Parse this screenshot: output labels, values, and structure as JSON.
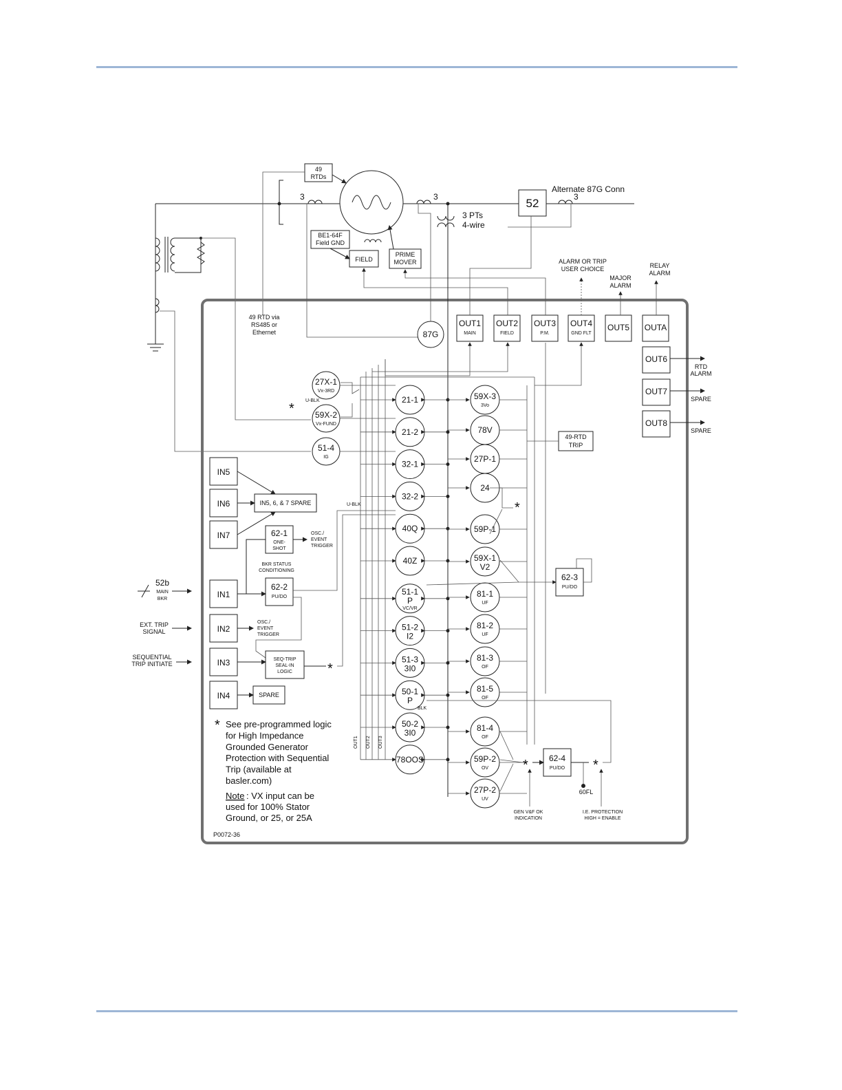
{
  "rtds_box": [
    "49",
    "RTDs"
  ],
  "ct_count": "3",
  "alt_87g": "Alternate 87G Conn",
  "breaker": "52",
  "pts": [
    "3 PTs",
    "4-wire"
  ],
  "field_gnd": [
    "BE1-64F",
    "Field GND"
  ],
  "field": "FIELD",
  "prime_mover": [
    "PRIME",
    "MOVER"
  ],
  "alarm_or_trip": [
    "ALARM OR TRIP",
    "USER CHOICE"
  ],
  "major_alarm": [
    "MAJOR",
    "ALARM"
  ],
  "relay_alarm": [
    "RELAY",
    "ALARM"
  ],
  "rtd_via": [
    "49 RTD via",
    "RS485 or",
    "Ethernet"
  ],
  "f87g": "87G",
  "outputs": [
    {
      "label": "OUT1",
      "sub": "MAIN"
    },
    {
      "label": "OUT2",
      "sub": "FIELD"
    },
    {
      "label": "OUT3",
      "sub": "P.M."
    },
    {
      "label": "OUT4",
      "sub": "GND FLT"
    },
    {
      "label": "OUT5",
      "sub": ""
    },
    {
      "label": "OUTA",
      "sub": ""
    }
  ],
  "side_outputs": [
    {
      "label": "OUT6",
      "dest": [
        "RTD",
        "ALARM"
      ]
    },
    {
      "label": "OUT7",
      "dest": [
        "SPARE"
      ]
    },
    {
      "label": "OUT8",
      "dest": [
        "SPARE"
      ]
    }
  ],
  "left_funcs": [
    {
      "label": "27X-1",
      "sub": "Vx-3RD"
    },
    {
      "label": "59X-2",
      "sub": "Vx-FUND"
    },
    {
      "label": "51-4",
      "sub": "IG"
    }
  ],
  "u_blk": "U-BLK",
  "center_funcs": [
    {
      "label": "21-1",
      "sub": ""
    },
    {
      "label": "21-2",
      "sub": ""
    },
    {
      "label": "32-1",
      "sub": ""
    },
    {
      "label": "32-2",
      "sub": ""
    },
    {
      "label": "40Q",
      "sub": ""
    },
    {
      "label": "40Z",
      "sub": ""
    },
    {
      "label": "51-1",
      "sub2": "P",
      "sub": "VC/VR"
    },
    {
      "label": "51-2",
      "sub2": "I2",
      "sub": ""
    },
    {
      "label": "51-3",
      "sub2": "3I0",
      "sub": ""
    },
    {
      "label": "50-1",
      "sub2": "P",
      "sub": ""
    },
    {
      "label": "50-2",
      "sub2": "3I0",
      "sub": ""
    },
    {
      "label": "78OOS",
      "sub": ""
    }
  ],
  "right_funcs": [
    {
      "label": "59X-3",
      "sub": "3Vo"
    },
    {
      "label": "78V",
      "sub": ""
    },
    {
      "label": "27P-1",
      "sub": ""
    },
    {
      "label": "24",
      "sub": ""
    },
    {
      "label": "59P-1",
      "sub": ""
    },
    {
      "label": "59X-1",
      "sub2": "V2",
      "sub": ""
    },
    {
      "label": "81-1",
      "sub": "UF"
    },
    {
      "label": "81-2",
      "sub": "UF"
    },
    {
      "label": "81-3",
      "sub": "OF"
    },
    {
      "label": "81-5",
      "sub": "OF"
    },
    {
      "label": "81-4",
      "sub": "OF"
    },
    {
      "label": "59P-2",
      "sub": "OV"
    },
    {
      "label": "27P-2",
      "sub": "UV"
    }
  ],
  "rtd_trip": [
    "49-RTD",
    "TRIP"
  ],
  "inputs": [
    "IN5",
    "IN6",
    "IN7",
    "IN1",
    "IN2",
    "IN3",
    "IN4"
  ],
  "in567_spare": "IN5, 6, & 7 SPARE",
  "f62_1": [
    "62-1",
    "ONE-",
    "SHOT"
  ],
  "osc_event": [
    "OSC./",
    "EVENT",
    "TRIGGER"
  ],
  "bkr_status": [
    "BKR STATUS",
    "CONDITIONING"
  ],
  "f62_2": [
    "62-2",
    "PU/DO"
  ],
  "f62_3": [
    "62-3",
    "PU/DO"
  ],
  "f62_4": [
    "62-4",
    "PU/DO"
  ],
  "seq_trip": [
    "SEQ-TRIP",
    "SEAL-IN",
    "LOGIC"
  ],
  "spare": "SPARE",
  "ext_52b": [
    "52b",
    "MAIN",
    "BKR"
  ],
  "ext_trip": [
    "EXT. TRIP",
    "SIGNAL"
  ],
  "seq_init": [
    "SEQUENTIAL",
    "TRIP INITIATE"
  ],
  "blk": "BLK",
  "out_bus": [
    "OUT1",
    "OUT2",
    "OUT3"
  ],
  "fl60": "60FL",
  "gen_vf": [
    "GEN V&F OK",
    "INDICATION"
  ],
  "ie_prot": [
    "I.E. PROTECTION",
    "HIGH = ENABLE"
  ],
  "star": "*",
  "footnote": [
    "See pre-programmed logic",
    "for High Impedance",
    "Grounded Generator",
    "Protection with Sequential",
    "Trip (available at",
    "basler.com)"
  ],
  "note_label": "Note",
  "note_text": [
    ": VX input can be",
    "used for 100% Stator",
    "Ground, or 25, or 25A"
  ],
  "figure_id": "P0072-36"
}
